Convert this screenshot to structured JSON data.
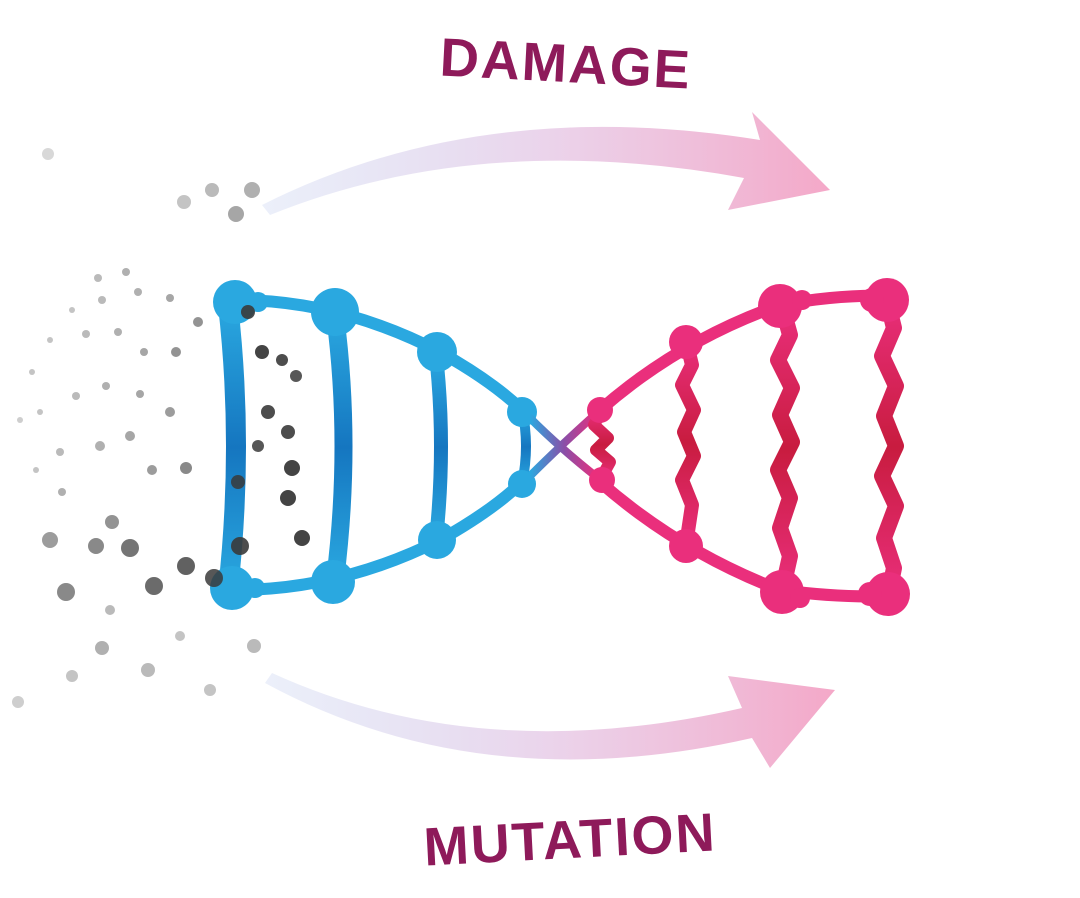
{
  "labels": {
    "top": "DAMAGE",
    "bottom": "MUTATION"
  },
  "colors": {
    "label": "#8e1a5a",
    "healthy_strand": "#2aa8e0",
    "healthy_rung": "#1f8fd1",
    "damaged_strand": "#ea2f7c",
    "damaged_rung": "#d3214f",
    "crossover": "#8a4fa8",
    "arrow_start": "#b9c7ea",
    "arrow_end": "#f4a8c8",
    "particles": "#3a3a3a"
  },
  "icons": {
    "top_arrow": "curved-arrow-right",
    "bottom_arrow": "curved-arrow-right",
    "helix": "dna-double-helix"
  }
}
